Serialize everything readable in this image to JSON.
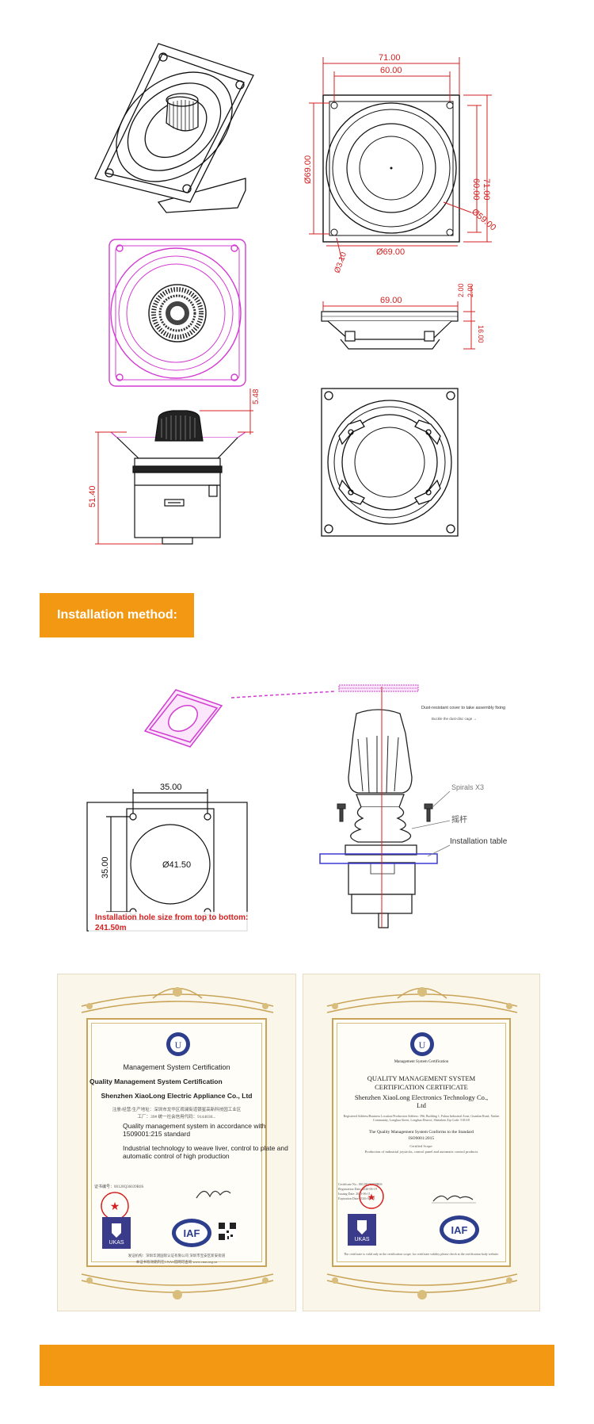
{
  "drawing": {
    "top_width_outer": "71.00",
    "top_width_inner": "60.00",
    "left_height": "Ø69.00",
    "right_height_inner": "60.00",
    "right_height_outer": "71.00",
    "diag_diameter": "Ø59.00",
    "bottom_diameter": "Ø69.00",
    "hole_diameter": "Ø3.10",
    "side_width": "69.00",
    "side_h1": "2.00",
    "side_h2": "2.00",
    "side_h3": "16.00",
    "knob_height": "5.48",
    "total_height": "51.40"
  },
  "installation": {
    "banner_label": "Installation method:",
    "dim_35_top": "35.00",
    "dim_35_left": "35.00",
    "dim_hole": "Ø41.50",
    "cover_note": "Dust-resistant cover to take assembly fixing",
    "cover_note2": "Buckle the dust-disc cage →",
    "spirals": "Spirals X3",
    "rocker": "摇杆",
    "table_label": "Installation table",
    "hole_size_note": "Installation hole size from top to bottom: 241.50m"
  },
  "cert_left": {
    "title": "Management System Certification",
    "subtitle": "Quality Management System Certification",
    "company": "Shenzhen XiaoLong Electric Appliance Co., Ltd",
    "address": "注册/经营/生产地址：深圳市龙华区观澜街道银星高新科技园工业区",
    "address2": "工厂：39#    统一社会信用代码：9144030...",
    "standard": "Quality management system in accordance with 1509001:215 standard",
    "scope": "Industrial technology to weave liver, control to plate and automatic control of high production",
    "cert_no": "证书编号：00120Q36039R0S",
    "footer1": "发证机构：深圳华测国际认证有限公司  深圳市宝安区新安街道",
    "footer2": "本证书有效期内在CNAS官网可查询  www.cnas.org.cn"
  },
  "cert_right": {
    "header": "Management System Certification",
    "title1": "QUALITY MANAGEMENT SYSTEM",
    "title2": "CERTIFICATION CERTIFICATE",
    "company": "Shenzhen XiaoLong Electronics Technology Co., Ltd",
    "address": "Registered Address/Business Location/Production Address: 39#, Building 1, Fuhua Industrial Zone, Guanlan Road, Xinlan Community, Longhua Street, Longhua District, Shenzhen     Zip Code: 518110",
    "conform": "The Quality Management System Conforms to the Standard",
    "standard": "ISO9001:2015",
    "scope_label": "Certified Scope:",
    "scope": "Production of industrial joysticks, control panel and automatic control products",
    "cert_no": "Certificate No.: 00120Q36039R0S",
    "reg_date": "Registration Date: 2020-06-19",
    "issue_date": "Issuing Date: 2023-06-11",
    "expiry_date": "Expiration Date: 2026-06-18",
    "footer": "The certificate is valid only in the certification scope; for certificate validity please check at the certification body website."
  },
  "badges": {
    "iaf": "IAF",
    "ukas": "UKAS"
  },
  "colors": {
    "accent": "#f39812",
    "magenta": "#d23cd2",
    "red_dim": "#d42020",
    "blue_line": "#3b3bd6"
  }
}
